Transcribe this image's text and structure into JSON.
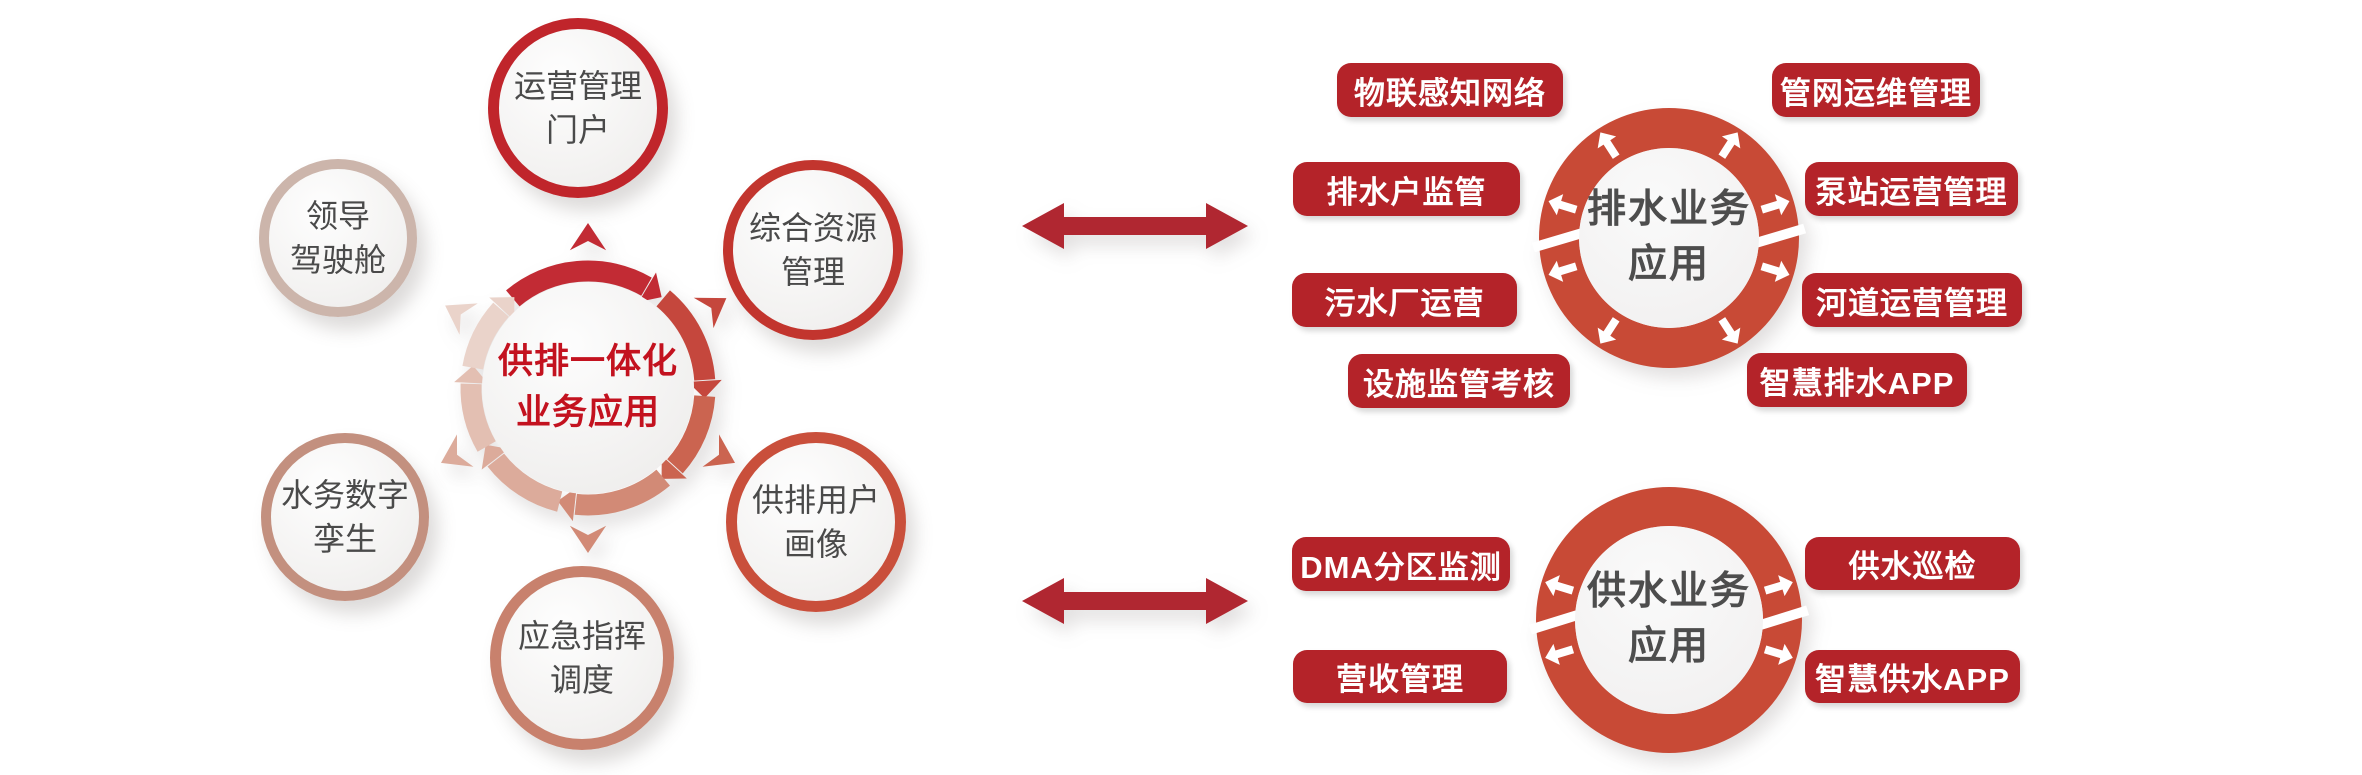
{
  "hub_diagram": {
    "center": {
      "line1": "供排一体化",
      "line2": "业务应用"
    },
    "satellites": [
      {
        "id": "operation-portal",
        "label": [
          "运营管理",
          "门户"
        ]
      },
      {
        "id": "resource-management",
        "label": [
          "综合资源",
          "管理"
        ]
      },
      {
        "id": "user-profile",
        "label": [
          "供排用户",
          "画像"
        ]
      },
      {
        "id": "emergency-dispatch",
        "label": [
          "应急指挥",
          "调度"
        ]
      },
      {
        "id": "digital-twin",
        "label": [
          "水务数字",
          "孪生"
        ]
      },
      {
        "id": "leader-cockpit",
        "label": [
          "领导",
          "驾驶舱"
        ]
      }
    ]
  },
  "drainage_cluster": {
    "title": {
      "line1": "排水业务",
      "line2": "应用"
    },
    "badges_left": [
      "物联感知网络",
      "排水户监管",
      "污水厂运营",
      "设施监管考核"
    ],
    "badges_right": [
      "管网运维管理",
      "泵站运营管理",
      "河道运营管理",
      "智慧排水APP"
    ]
  },
  "supply_cluster": {
    "title": {
      "line1": "供水业务",
      "line2": "应用"
    },
    "badges_left": [
      "DMA分区监测",
      "营收管理"
    ],
    "badges_right": [
      "供水巡检",
      "智慧供水APP"
    ]
  },
  "icons": {
    "hub_cycle_ring": "circular-cycle-arrows",
    "outward_triangles": "radiating-triangle-arrows",
    "cluster_ring_arrows": "white-outward-arrows",
    "connector": "double-headed-arrow"
  },
  "colors": {
    "badge_red": "#b42329",
    "cluster_ring_red": "#c84a36",
    "hub_title_red": "#c3121f",
    "connector_arrow_red": "#b02731",
    "label_text_dark": "#4a4a4a",
    "hub_segment_dark_red": "#c22b34",
    "hub_segment_pale_pink": "#ead3ca",
    "portal_border": "#c0252b",
    "resource_border": "#c2352e",
    "profile_border": "#c94f3b",
    "emergency_border": "#c8816d",
    "twin_border": "#c3907f",
    "cockpit_border": "#ccb5ab"
  }
}
